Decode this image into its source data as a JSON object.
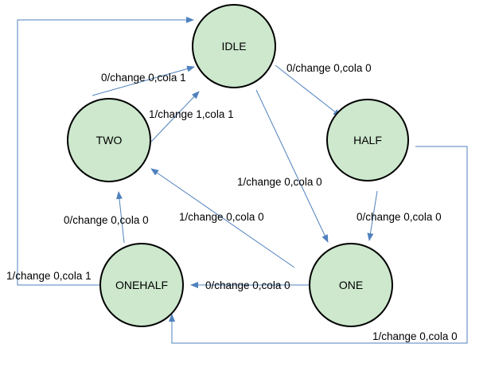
{
  "diagram": {
    "colors": {
      "state_fill": "#cde8cd",
      "state_stroke": "#000000",
      "edge": "#4f81bd",
      "text": "#000000"
    },
    "states": {
      "idle": "IDLE",
      "half": "HALF",
      "two": "TWO",
      "one": "ONE",
      "onehalf": "ONEHALF"
    },
    "transitions": [
      {
        "from": "IDLE",
        "to": "HALF",
        "label": "0/change 0,cola 0"
      },
      {
        "from": "IDLE",
        "to": "ONE",
        "label": "1/change 0,cola 0"
      },
      {
        "from": "HALF",
        "to": "ONE",
        "label": "0/change 0,cola 0"
      },
      {
        "from": "HALF",
        "to": "ONEHALF",
        "label": "1/change 0,cola 0"
      },
      {
        "from": "ONE",
        "to": "ONEHALF",
        "label": "0/change 0,cola 0"
      },
      {
        "from": "ONE",
        "to": "TWO",
        "label": "1/change 0,cola 0"
      },
      {
        "from": "ONEHALF",
        "to": "TWO",
        "label": "0/change 0,cola 0"
      },
      {
        "from": "ONEHALF",
        "to": "IDLE",
        "label": "1/change 0,cola 1"
      },
      {
        "from": "TWO",
        "to": "IDLE",
        "label": "0/change 0,cola 1"
      },
      {
        "from": "TWO",
        "to": "IDLE",
        "label": "1/change 1,cola 1"
      }
    ]
  }
}
